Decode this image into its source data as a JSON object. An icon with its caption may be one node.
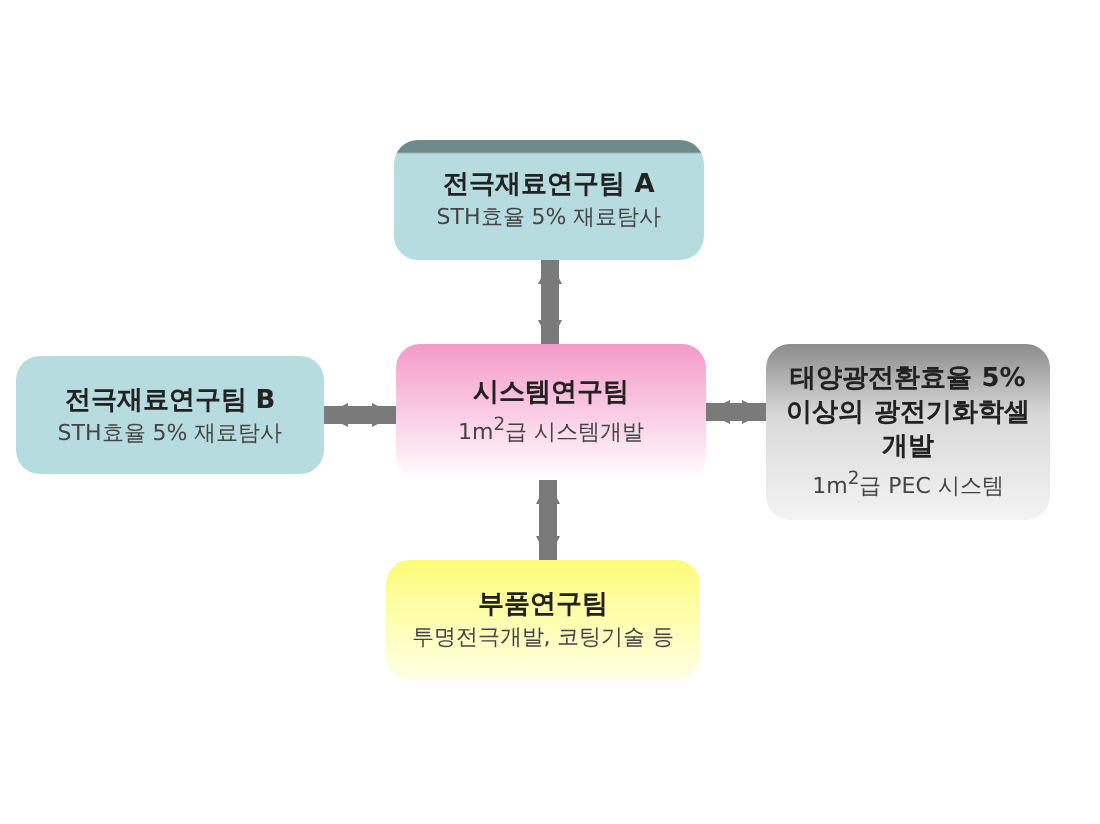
{
  "diagram": {
    "nodes": [
      {
        "text": [
          "전극재료연구팀 A",
          "STH효율 5% 재료탐사"
        ]
      },
      {
        "text": [
          "전극재료연구팀 B",
          "STH효율 5% 재료탐사"
        ]
      },
      {
        "text": [
          "시스템연구팀",
          "1m$^{2}$급 시스템개발"
        ]
      },
      {
        "text": [
          "태양광전환효율 5% 이상의 광전기화학셀 개발",
          "1m$^{2}$급 PEC 시스템"
        ]
      },
      {
        "text": [
          "부품연구팀",
          "투명전극개발, 코팅기술 등"
        ]
      }
    ],
    "edges": [
      {
        "from": 0,
        "to": 2,
        "arrow": "both"
      },
      {
        "from": 1,
        "to": 2,
        "arrow": "both"
      },
      {
        "from": 2,
        "to": 3,
        "arrow": "both"
      },
      {
        "from": 2,
        "to": 4,
        "arrow": "both"
      }
    ]
  }
}
